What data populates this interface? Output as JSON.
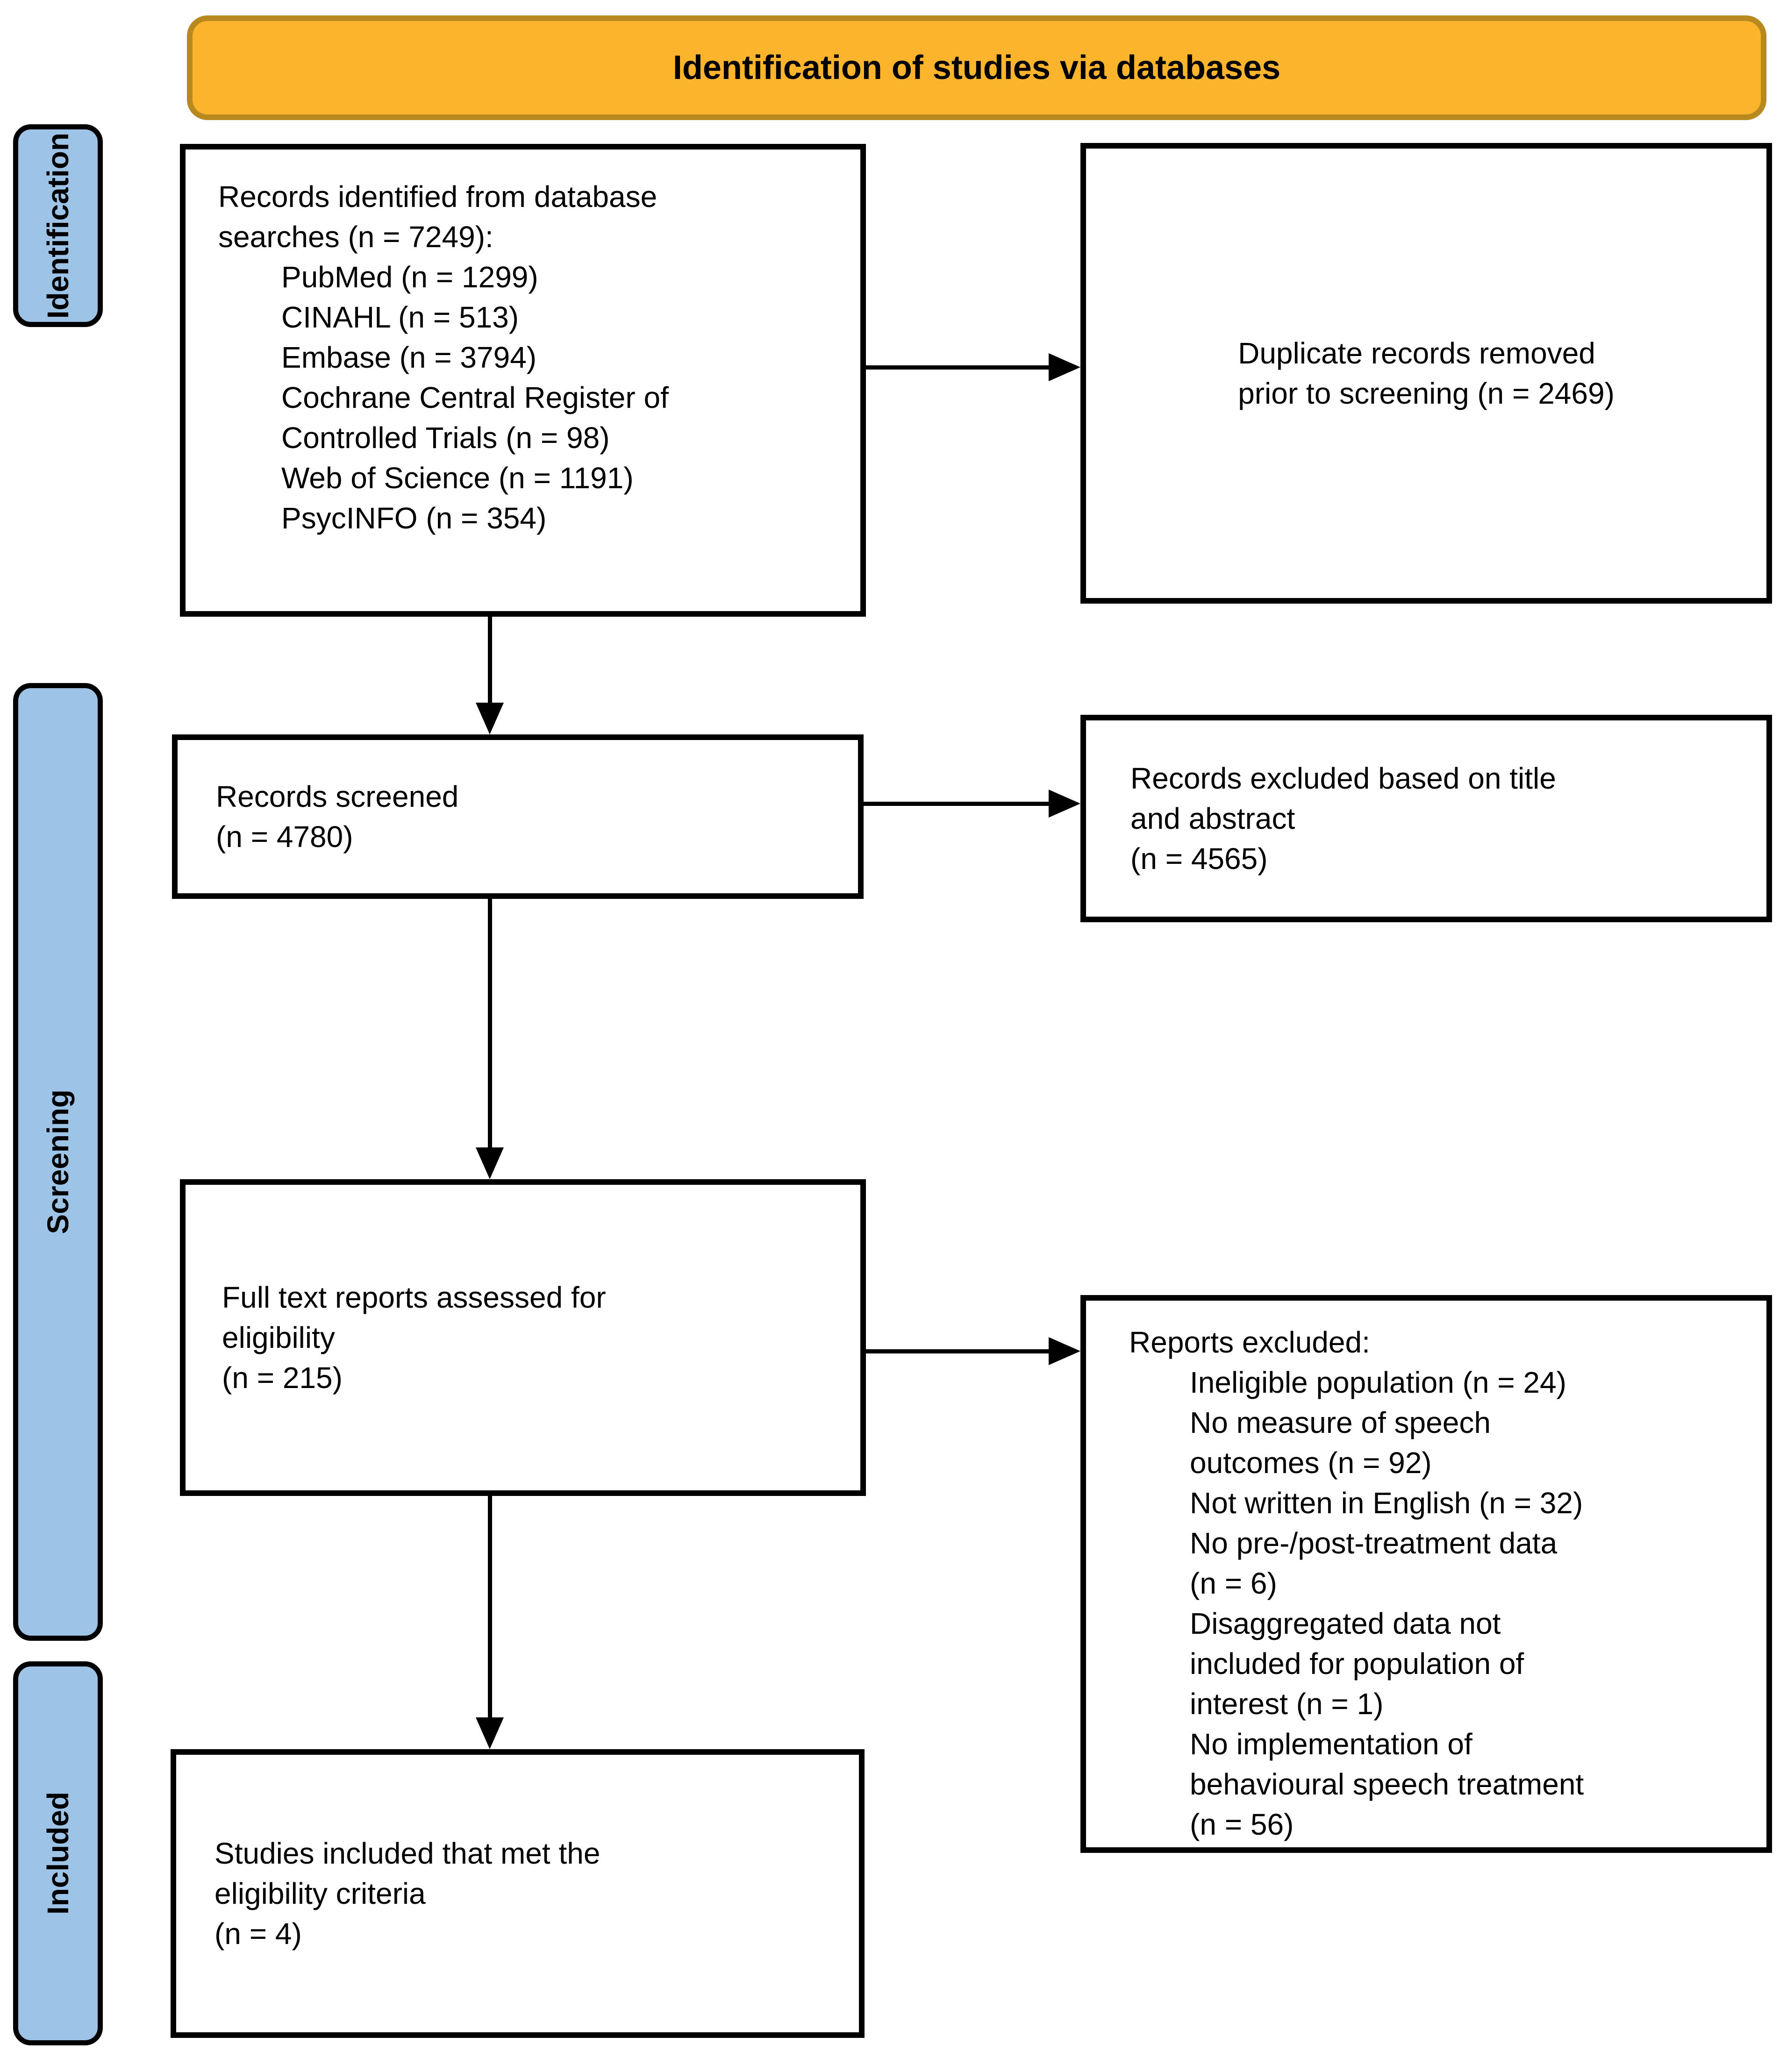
{
  "colors": {
    "banner_fill": "#FBB42C",
    "banner_border": "#B8891E",
    "stage_fill": "#9DC3E6",
    "stage_border": "#000000",
    "box_border": "#000000",
    "text": "#000000"
  },
  "banner": {
    "label": "Identification of studies via databases"
  },
  "stages": {
    "identification": "Identification",
    "screening": "Screening",
    "included": "Included"
  },
  "boxes": {
    "records_identified": {
      "heading": "Records identified from database\nsearches (n = 7249):",
      "items": [
        "PubMed (n = 1299)",
        "CINAHL (n = 513)",
        "Embase (n = 3794)",
        "Cochrane Central Register of\nControlled Trials (n = 98)",
        "Web of Science (n = 1191)",
        "PsycINFO (n = 354)"
      ]
    },
    "duplicates_removed": {
      "text": "Duplicate records removed\nprior to screening (n = 2469)"
    },
    "records_screened": {
      "text": "Records screened\n(n = 4780)"
    },
    "records_excluded": {
      "text": "Records excluded based on title\nand abstract\n(n = 4565)"
    },
    "full_text_assessed": {
      "text": "Full text reports assessed for\neligibility\n(n = 215)"
    },
    "reports_excluded": {
      "heading": "Reports excluded:",
      "items": [
        "Ineligible population (n = 24)",
        "No measure of speech\noutcomes (n = 92)",
        "Not written in English (n = 32)",
        "No pre-/post-treatment data\n(n = 6)",
        "Disaggregated data not\nincluded for population of\ninterest (n = 1)",
        "No implementation of\nbehavioural speech treatment\n(n = 56)"
      ]
    },
    "studies_included": {
      "text": "Studies included that met the\neligibility criteria\n(n = 4)"
    }
  }
}
